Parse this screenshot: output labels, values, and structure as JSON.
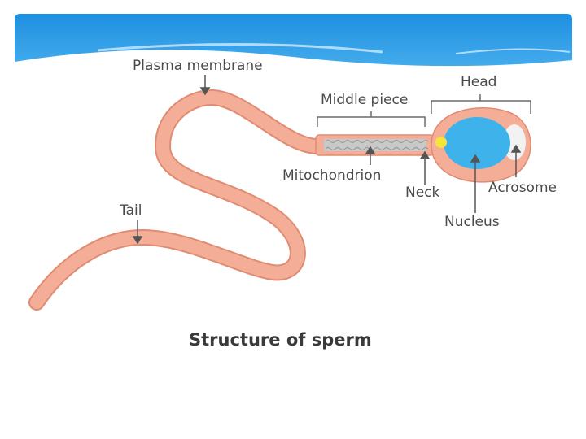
{
  "slide": {
    "header_color": "#2f9ee8",
    "accent_color": "#ffffff"
  },
  "diagram": {
    "caption": "Structure of sperm",
    "labels": {
      "plasma_membrane": "Plasma membrane",
      "middle_piece": "Middle piece",
      "head": "Head",
      "mitochondrion": "Mitochondrion",
      "neck": "Neck",
      "acrosome": "Acrosome",
      "tail": "Tail",
      "nucleus": "Nucleus"
    },
    "colors": {
      "body": "#f4ad97",
      "body_outline": "#e08c72",
      "nucleus": "#3eb2ea",
      "centriole": "#f5e43c",
      "acrosome": "#f4f4f4",
      "mitochondria": "#bfbfbf"
    }
  }
}
